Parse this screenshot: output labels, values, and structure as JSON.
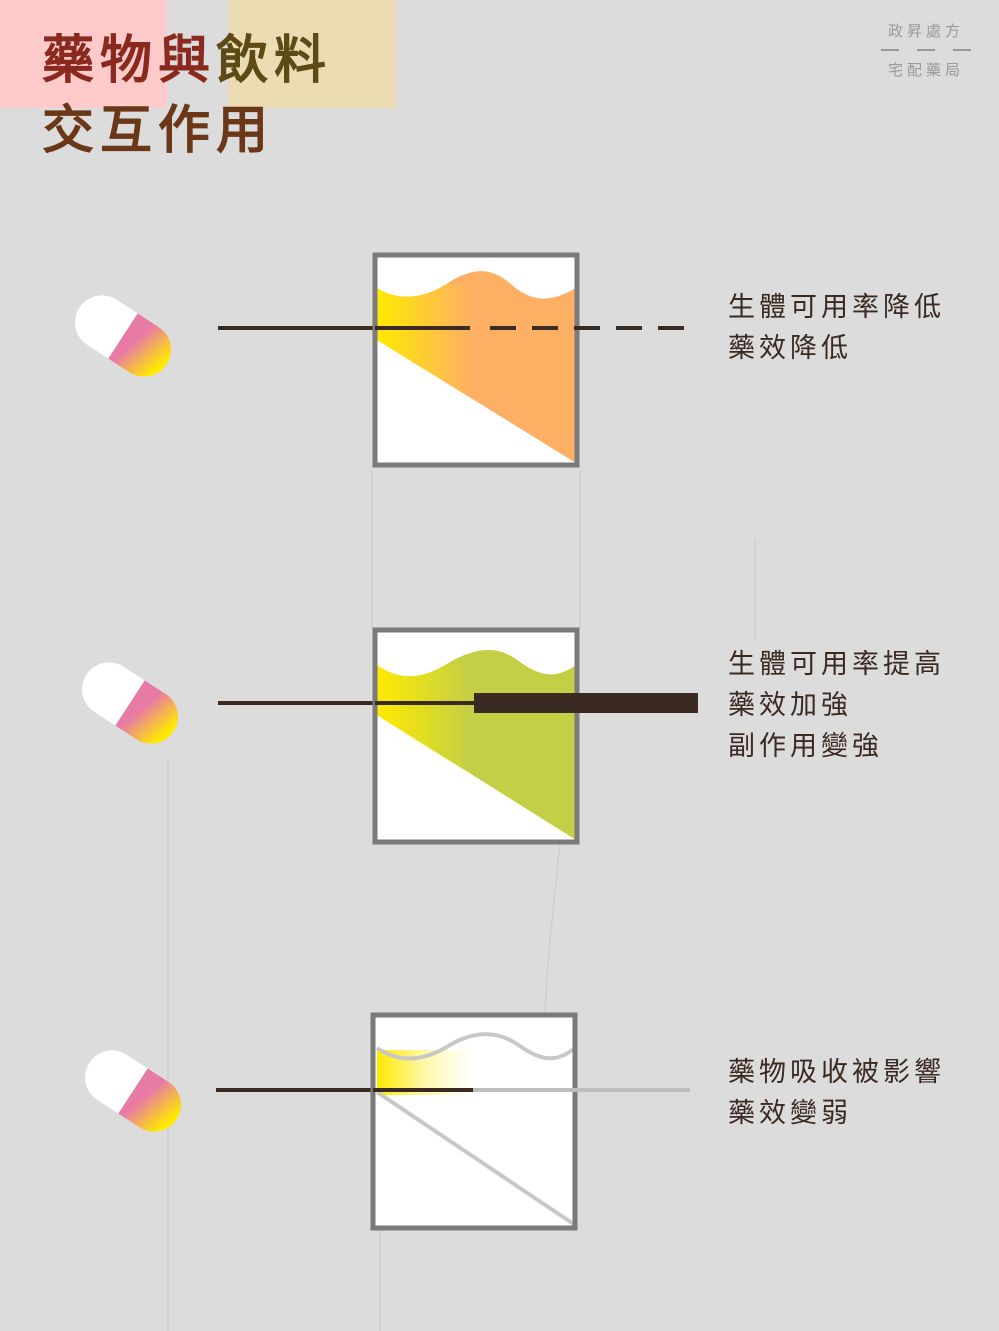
{
  "title": {
    "line1_a": "藥物",
    "line1_b": "與",
    "line1_c": "飲料",
    "line2": "交互作用"
  },
  "brand": {
    "line1": "政昇處方",
    "line2": "宅配藥局"
  },
  "rows": [
    {
      "descriptions": [
        "生體可用率降低",
        "藥效降低"
      ],
      "liquid_color": "#fdb063",
      "line_style": "dashed"
    },
    {
      "descriptions": [
        "生體可用率提高",
        "藥效加強",
        "副作用變強"
      ],
      "liquid_color": "#c3cf45",
      "line_style": "thick"
    },
    {
      "descriptions": [
        "藥物吸收被影響",
        "藥效變弱"
      ],
      "liquid_color": "#ffffff",
      "line_style": "faded"
    }
  ],
  "colors": {
    "title_drug": "#8a2a1e",
    "title_drink": "#5e4a16",
    "title_line2": "#6a3818",
    "title_bg_pink": "#ffcaca",
    "title_bg_beige": "#ecdcb4",
    "line": "#3a2a22",
    "capsule_pink": "#e87aa6",
    "capsule_yellow": "#ffea00"
  },
  "icons": [
    "capsule-icon",
    "glass-icon"
  ]
}
